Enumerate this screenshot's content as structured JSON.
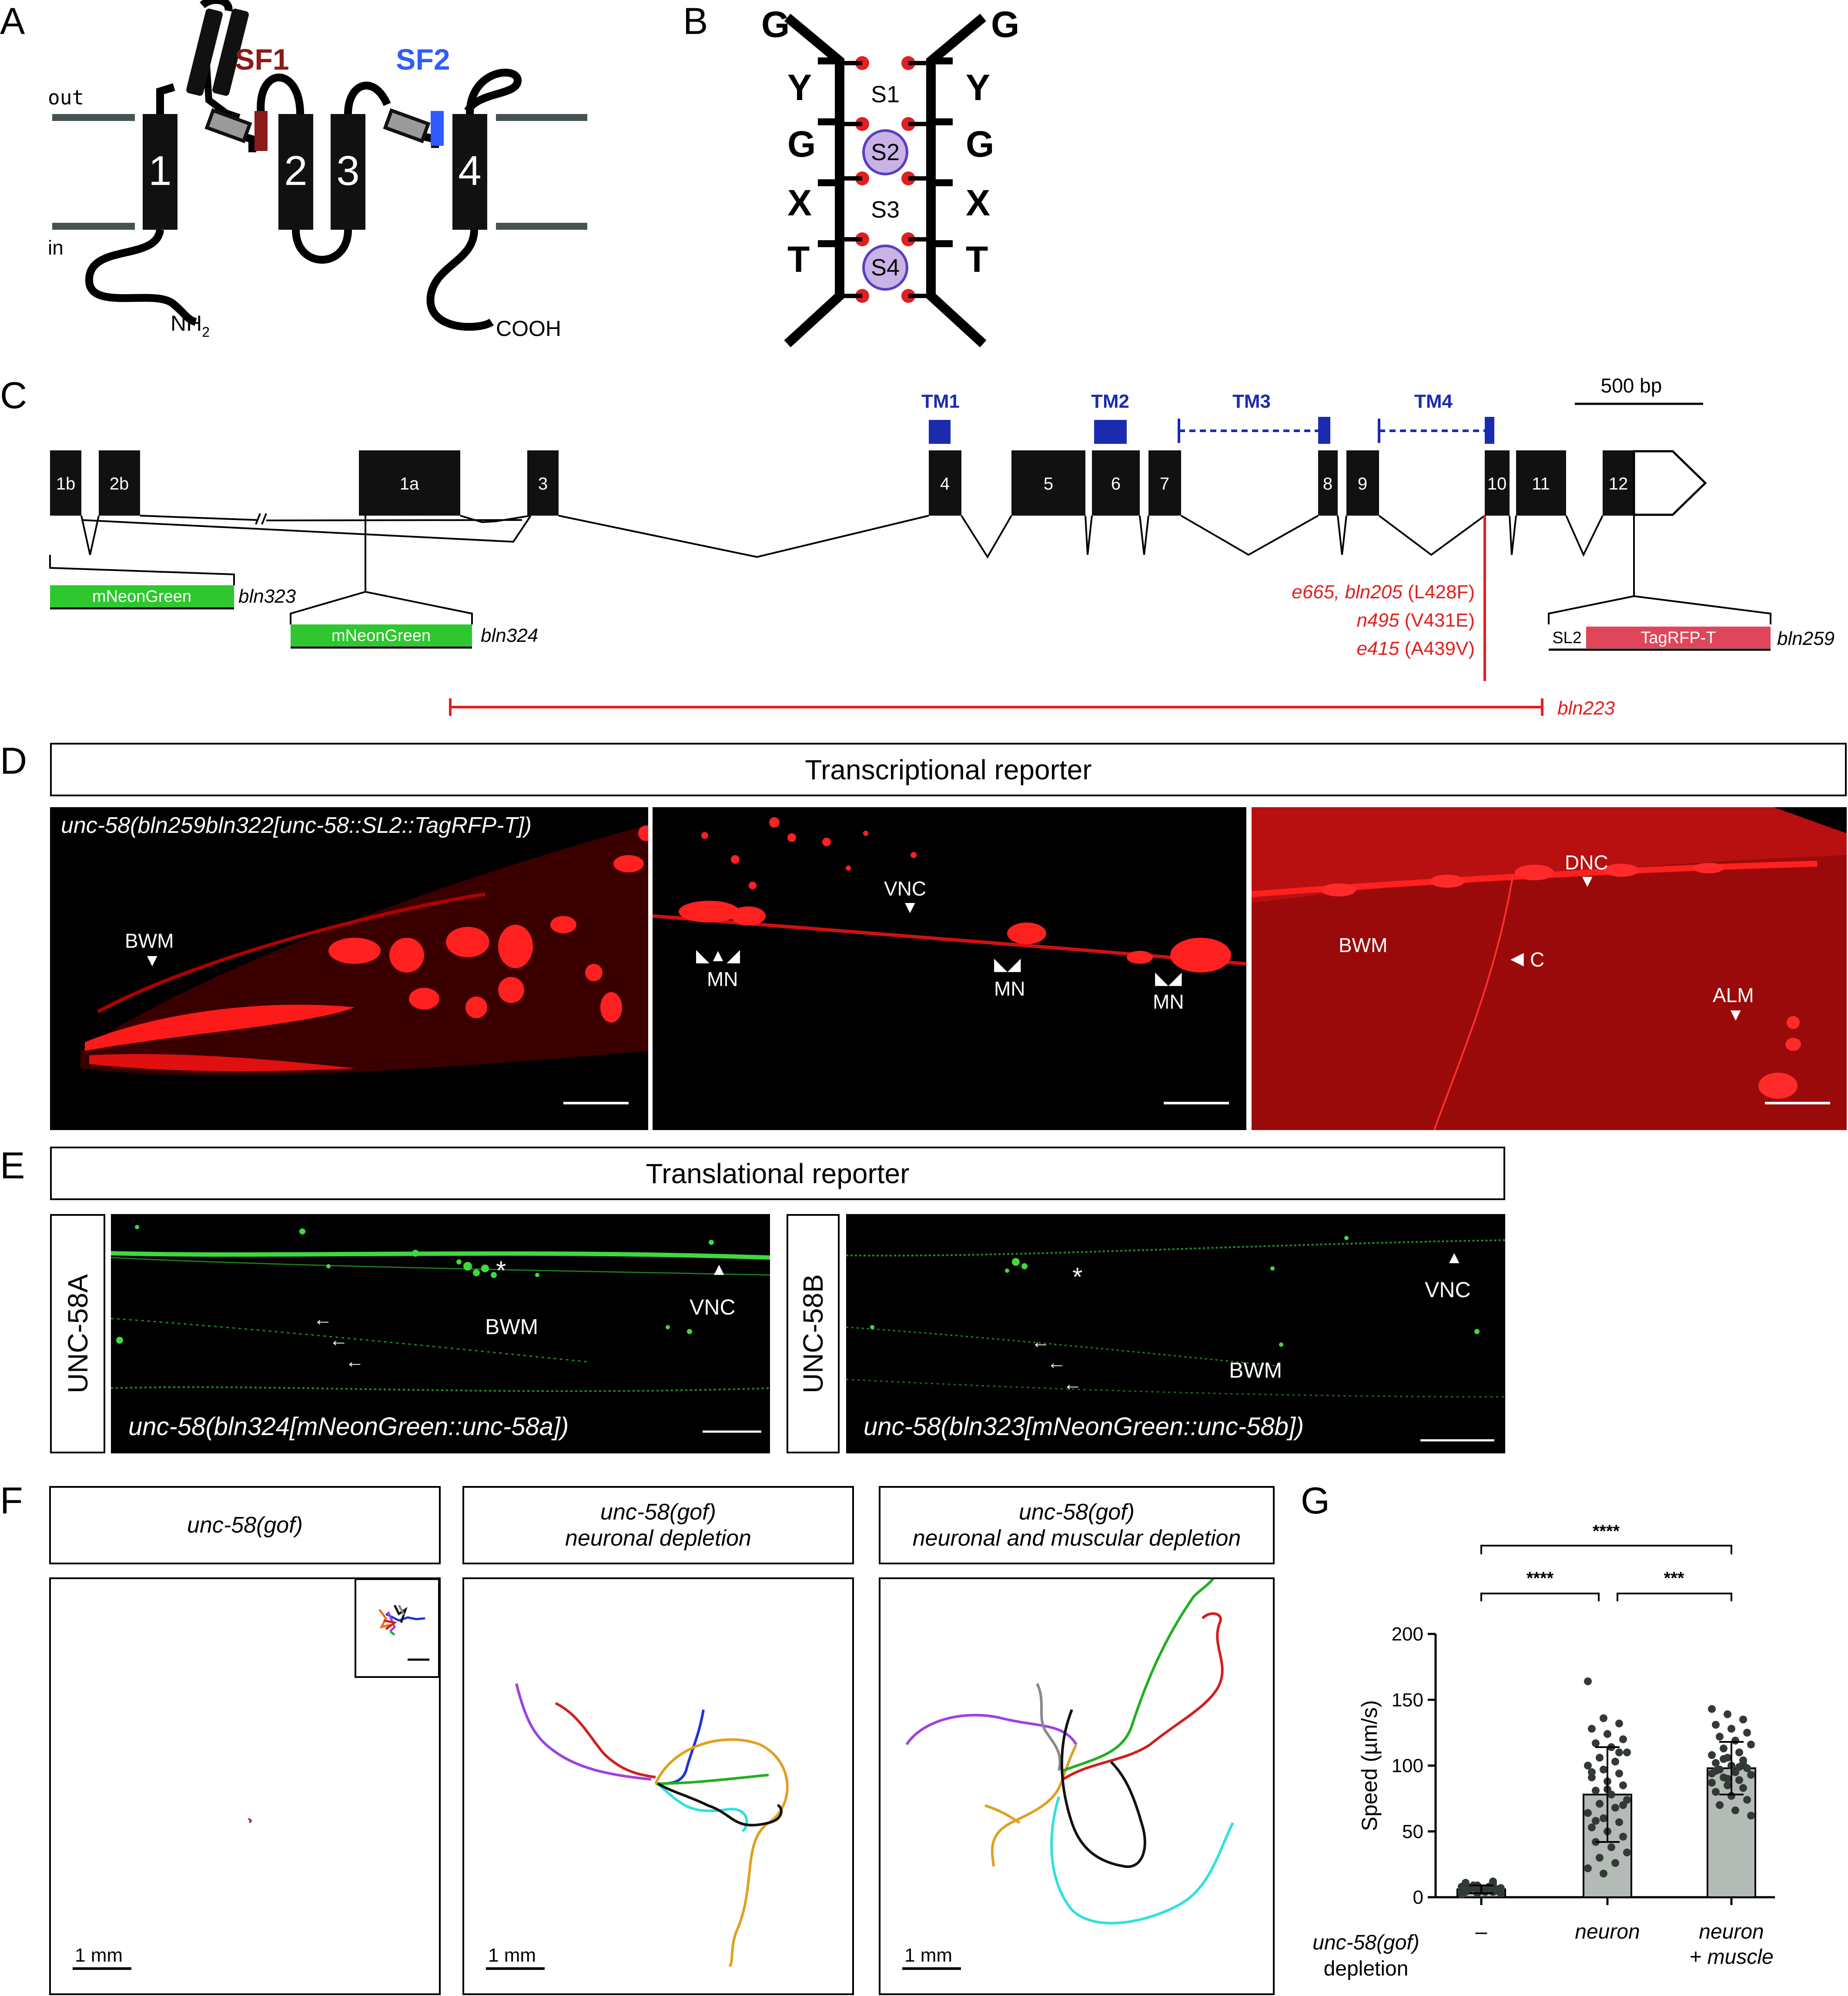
{
  "panels": {
    "A": {
      "letter": "A",
      "out": "out",
      "in": "in",
      "sf1": "SF1",
      "sf2": "SF2",
      "tm": [
        "1",
        "2",
        "3",
        "4"
      ],
      "nh2": "NH",
      "nh2_sub": "2",
      "cooh": "COOH",
      "colors": {
        "sf1": "#8b1a1a",
        "sf2": "#2f5bff"
      }
    },
    "B": {
      "letter": "B",
      "left_letters": [
        "G",
        "Y",
        "G",
        "X",
        "T"
      ],
      "right_letters": [
        "G",
        "Y",
        "G",
        "X",
        "T"
      ],
      "sites": [
        "S1",
        "S2",
        "S3",
        "S4"
      ],
      "colors": {
        "ion": "#c9b3e6",
        "oxygen": "#e0201f"
      }
    },
    "C": {
      "letter": "C",
      "tm_labels": [
        "TM1",
        "TM2",
        "TM3",
        "TM4"
      ],
      "scale": "500 bp",
      "exons": [
        "1b",
        "2b",
        "1a",
        "3",
        "4",
        "5",
        "6",
        "7",
        "8",
        "9",
        "10",
        "11",
        "12"
      ],
      "tag_bln323": "mNeonGreen",
      "allele_bln323": "bln323",
      "tag_bln324": "mNeonGreen",
      "allele_bln324": "bln324",
      "sl2": "SL2",
      "tag_bln259": "TagRFP-T",
      "allele_bln259": "bln259",
      "mut1_allele": "e665, bln205",
      "mut1_change": "(L428F)",
      "mut2_allele": "n495",
      "mut2_change": "(V431E)",
      "mut3_allele": "e415",
      "mut3_change": "(A439V)",
      "deletion": "bln223",
      "colors": {
        "tm": "#1b2bb0",
        "mutation": "#e0201f",
        "green": "#2ec82e",
        "rfp": "#e0465a"
      }
    },
    "D": {
      "letter": "D",
      "title": "Transcriptional reporter",
      "genotype": "unc-58(bln259bln322[unc-58::SL2::TagRFP-T])",
      "img1_bwm": "BWM",
      "img2_vnc": "VNC",
      "img2_mn1": "MN",
      "img2_mn2": "MN",
      "img2_mn3": "MN",
      "img3_dnc": "DNC",
      "img3_bwm": "BWM",
      "img3_c": "C",
      "img3_alm": "ALM"
    },
    "E": {
      "letter": "E",
      "title": "Translational reporter",
      "side_a": "UNC-58A",
      "side_b": "UNC-58B",
      "genotype_a": "unc-58(bln324[mNeonGreen::unc-58a])",
      "genotype_b": "unc-58(bln323[mNeonGreen::unc-58b])",
      "a_bwm": "BWM",
      "a_vnc": "VNC",
      "a_star": "*",
      "b_bwm": "BWM",
      "b_vnc": "VNC",
      "b_star": "*"
    },
    "F": {
      "letter": "F",
      "box1": "unc-58(gof)",
      "box2_line1": "unc-58(gof)",
      "box2_line2": "neuronal depletion",
      "box3_line1": "unc-58(gof)",
      "box3_line2": "neuronal and muscular depletion",
      "scale1": "1 mm",
      "scale2": "1 mm",
      "scale3": "1 mm"
    },
    "G": {
      "letter": "G",
      "sig_top": "****",
      "sig_left": "****",
      "sig_right": "***",
      "xrow_label_line1": "unc-58(gof)",
      "xrow_label_line2": "depletion"
    }
  },
  "chart_data": {
    "type": "bar",
    "categories": [
      "–",
      "neuron",
      "neuron + muscle"
    ],
    "category_lines": [
      [
        "–"
      ],
      [
        "neuron"
      ],
      [
        "neuron",
        "+ muscle"
      ]
    ],
    "values": [
      6,
      78,
      98
    ],
    "errors": [
      3,
      36,
      20
    ],
    "ylabel": "Speed (µm/s)",
    "yticks": [
      0,
      50,
      100,
      150,
      200
    ],
    "ylim": [
      0,
      200
    ],
    "points": [
      [
        2,
        3,
        4,
        4,
        5,
        5,
        6,
        6,
        7,
        7,
        8,
        8,
        9,
        10,
        11,
        5,
        6,
        7,
        4,
        3,
        9,
        8,
        6,
        5,
        12,
        7,
        6
      ],
      [
        164,
        136,
        132,
        128,
        124,
        120,
        117,
        114,
        110,
        106,
        103,
        100,
        97,
        94,
        91,
        88,
        85,
        81,
        78,
        74,
        71,
        68,
        64,
        60,
        57,
        53,
        50,
        46,
        42,
        38,
        34,
        30,
        26,
        22,
        18,
        110,
        95,
        82,
        70,
        58
      ],
      [
        143,
        139,
        135,
        131,
        128,
        125,
        122,
        119,
        116,
        113,
        110,
        108,
        106,
        104,
        102,
        100,
        98,
        97,
        95,
        93,
        91,
        89,
        87,
        85,
        83,
        80,
        77,
        74,
        70,
        66,
        62,
        105,
        99,
        94,
        90,
        101,
        96
      ]
    ],
    "colors": {
      "bar": "#b4bab6",
      "point": "#333a36"
    }
  }
}
